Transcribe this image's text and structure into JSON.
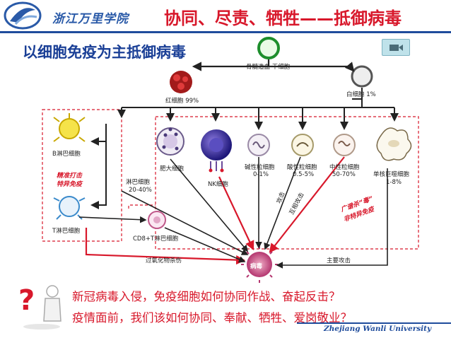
{
  "header": {
    "school_name": "浙江万里学院",
    "title": "协同、尽责、牺牲——抵御病毒"
  },
  "subtitle": "以细胞免疫为主抵御病毒",
  "diagram": {
    "labels": {
      "stem": "骨髓造血 干细胞",
      "rbc": "红细胞 99%",
      "wbc": "白细胞 1%",
      "b_cell": "B淋巴细胞",
      "t_cell": "T淋巴细胞",
      "lymph": "淋巴细胞",
      "lymph_pct": "20-40%",
      "mast": "肥大细胞",
      "nk": "NK细胞",
      "baso": "碱性粒细胞",
      "baso_pct": "0-1%",
      "eos": "酸性粒细胞",
      "eos_pct": "0.5-5%",
      "neut": "中性粒细胞",
      "neut_pct": "50-70%",
      "mono": "单核巨噬细胞",
      "mono_pct": "1-8%",
      "cd8": "CD8+T淋巴细胞",
      "virus": "病毒",
      "ox": "过氧化物杀伤",
      "main_attack": "主要攻击",
      "attack": "攻击",
      "mutual": "互相攻击"
    },
    "notes": {
      "precise_1": "精准打击",
      "precise_2": "特异免疫",
      "broad_1": "广谱杀“毒”",
      "broad_2": "非特异免疫"
    }
  },
  "questions": {
    "q1": "新冠病毒入侵，免疫细胞如何协同作战、奋起反击？",
    "q2": "疫情面前，我们该如何协同、奉献、牺牲、爱岗敬业？"
  },
  "footer": {
    "english_name": "Zhejiang Wanli University"
  },
  "colors": {
    "title_red": "#d8182b",
    "school_blue": "#2a5aa8",
    "subtitle_blue": "#1a3f96"
  }
}
